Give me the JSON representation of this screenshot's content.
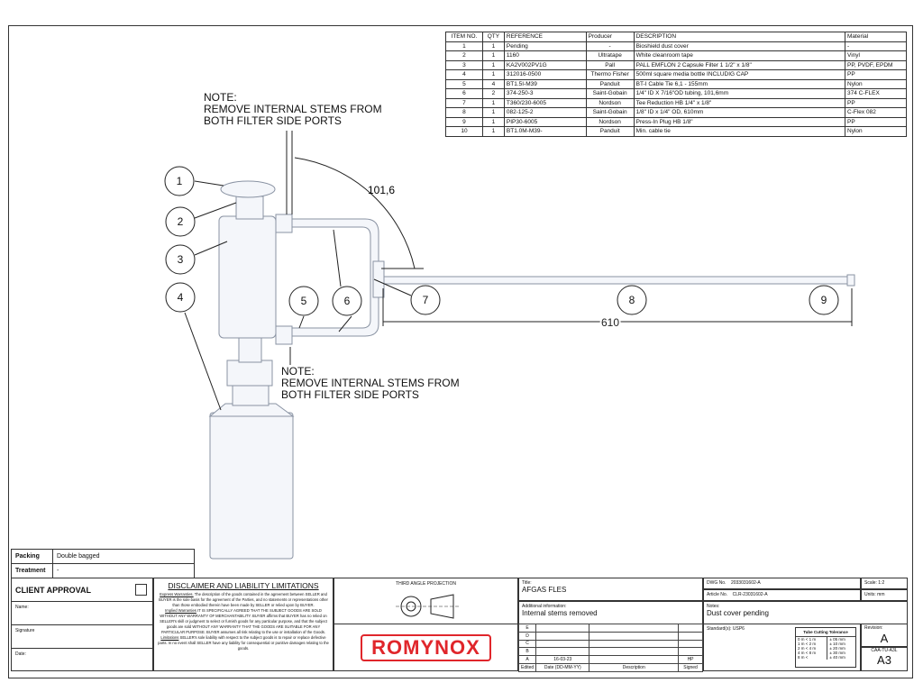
{
  "bom": {
    "headers": [
      "ITEM NO.",
      "QTY",
      "REFERENCE",
      "Producer",
      "DESCRIPTION",
      "Material"
    ],
    "rows": [
      [
        "1",
        "1",
        "Pending",
        "-",
        "Bioshield dust cover",
        "-"
      ],
      [
        "2",
        "1",
        "1160",
        "Ultratape",
        "White cleanroom tape",
        "Vinyl"
      ],
      [
        "3",
        "1",
        "KA2V002PV1G",
        "Pall",
        "PALL EMFLON 2 Capsule Filter 1 1/2\" x 1/8\"",
        "PP, PVDF, EPDM"
      ],
      [
        "4",
        "1",
        "312016-0500",
        "Thermo Fisher",
        "500ml square media bottle INCLUDIG CAP",
        "PP"
      ],
      [
        "5",
        "4",
        "BT1.5I-M39",
        "Panduit",
        "BT-I Cable Tie 6,1 - 155mm",
        "Nylon"
      ],
      [
        "6",
        "2",
        "374-250-3",
        "Saint-Gobain",
        "1/4\" ID X 7/16\"OD tubing, 101,6mm",
        "374 C-FLEX"
      ],
      [
        "7",
        "1",
        "T360/230-6005",
        "Nordson",
        "Tee Reduction HB 1/4\" x 1/8\"",
        "PP"
      ],
      [
        "8",
        "1",
        "082-125-2",
        "Saint-Gobain",
        "1/8\" ID x 1/4\" OD, 610mm",
        "C-Flex 082"
      ],
      [
        "9",
        "1",
        "PIP30-6005",
        "Nordson",
        "Press-In Plug HB 1/8\"",
        "PP"
      ],
      [
        "10",
        "1",
        "BT1.0M-M39-",
        "Panduit",
        "Min. cable tie",
        "Nylon"
      ]
    ]
  },
  "drawing": {
    "note_top": [
      "NOTE:",
      "REMOVE INTERNAL STEMS FROM",
      "BOTH FILTER SIDE PORTS"
    ],
    "note_bottom": [
      "NOTE:",
      "REMOVE INTERNAL STEMS FROM",
      "BOTH FILTER SIDE PORTS"
    ],
    "dim_tube6": "101,6",
    "dim_tube8": "610",
    "balloons": [
      "1",
      "2",
      "3",
      "4",
      "5",
      "6",
      "7",
      "8",
      "9"
    ]
  },
  "packing": {
    "rows": [
      [
        "Packing",
        "Double bagged"
      ],
      [
        "Treatment",
        "-"
      ]
    ]
  },
  "approval": {
    "title": "CLIENT APPROVAL",
    "name": "Name:",
    "signature": "Signature",
    "date": "Date:"
  },
  "disclaimer": {
    "title": "DISCLAIMER AND LIABILITY LIMITATIONS",
    "express_label": "Express Warranties.",
    "express": " The description of the goods contained in the agreement between SELLER and BUYER is the sole basis for the agreement of the Parties, and no statements or representations other than those embodied therein have been made by SELLER or relied upon by BUYER.",
    "implied_label": "Implied Warranties",
    "implied": " IT IS SPECIFICALLY AGREED THAT THE SUBJECT GOODS ARE SOLD WITHOUT ANY WARRANTY OF MERCHANTABILITY. BUYER affirms that BUYER has no relied on SELLER's skill or judgment to select or furnish goods for any particular purpose, and that the subject goods are sold WITHOUT ANY WARRANTY THAT THE GOODS ARE SUITABLE FOR ANY PARTICULAR PURPOSE. BUYER assumes all risk relating to the use or installation of the Goods.",
    "limitations_label": "Limitations",
    "limitations": " SELLER's sole liability with respect to the subject goods is to repair or replace defective parts. In no event shall SELLER have any liability for consequential or punitive damages relating to the goods."
  },
  "title_block": {
    "projection": "THIRD ANGLE PROJECTION",
    "logo": "ROMYNOX",
    "title_label": "Title:",
    "title": "AFGAS FLES",
    "addinfo_label": "Additional information:",
    "addinfo": "Internal stems removed",
    "dwg_label": "DWG No.",
    "dwg": "2033031602-A",
    "article_label": "Article No.",
    "article": "CLR-23031602-A",
    "scale": "Scale: 1:2",
    "units": "Units: mm",
    "notes_label": "Notes:",
    "notes": "Dust cover pending",
    "standards": "Standard(s): USP6",
    "revisions": [
      [
        "E",
        "",
        "",
        ""
      ],
      [
        "D",
        "",
        "",
        ""
      ],
      [
        "C",
        "",
        "",
        ""
      ],
      [
        "B",
        "",
        "",
        ""
      ],
      [
        "A",
        "16-03-23",
        "",
        "HP"
      ]
    ],
    "rev_headers": [
      "Edited",
      "Date (DD-MM-YY)",
      "Description",
      "Signed"
    ],
    "tolerance_title": "Tube Cutting Tolerance",
    "tolerance": [
      [
        "0 m < 1 m",
        "± 05 mm"
      ],
      [
        "1 m < 2 m",
        "± 10 mm"
      ],
      [
        "2 m < 4 m",
        "± 20 mm"
      ],
      [
        "4 m < 8 m",
        "± 30 mm"
      ],
      [
        "8 m <",
        "± 40 mm"
      ]
    ],
    "revision_label": "Revision:",
    "revision": "A",
    "format_label": "CAA-TU-A3L",
    "format": "A3"
  },
  "colors": {
    "logo": "#e0262b",
    "line": "#333333"
  }
}
